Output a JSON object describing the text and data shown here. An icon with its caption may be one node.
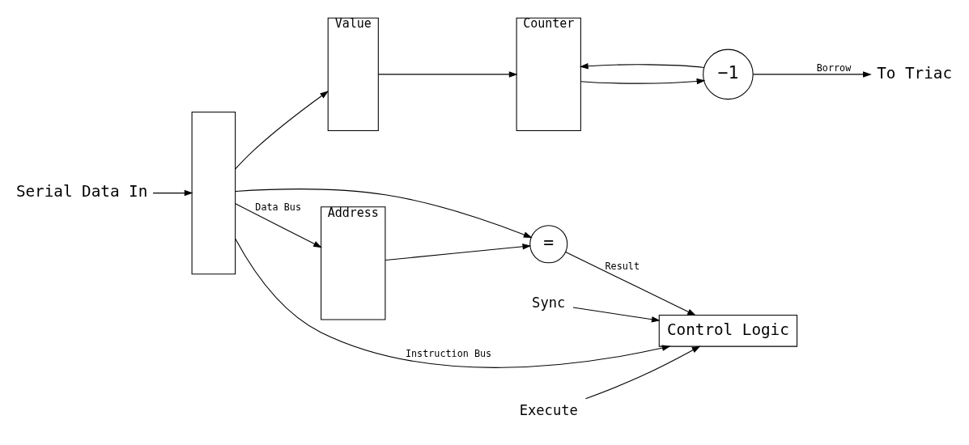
{
  "diagram": {
    "nodes": [
      {
        "text": [
          "Serial Data In"
        ]
      },
      {
        "text": [],
        "shape": "box"
      },
      {
        "text": [
          "Address"
        ]
      },
      {
        "text": [
          "="
        ]
      },
      {
        "text": [
          "Value"
        ]
      },
      {
        "text": [
          "Counter"
        ]
      },
      {
        "text": [
          "−1"
        ]
      },
      {
        "text": [
          "To Triac"
        ]
      },
      {
        "text": [
          "Control Logic"
        ]
      },
      {
        "text": [
          "Execute"
        ]
      },
      {
        "text": [
          "Sync"
        ]
      }
    ],
    "edges": [
      {
        "from": 0,
        "to": 1,
        "arrow": "to"
      },
      {
        "from": 1,
        "to": 2,
        "arrow": "to",
        "label": "Data Bus"
      },
      {
        "from": 1,
        "to": 3,
        "arrow": "to"
      },
      {
        "from": 1,
        "to": 4,
        "arrow": "to"
      },
      {
        "from": 2,
        "to": 3,
        "arrow": "to"
      },
      {
        "from": 4,
        "to": 5,
        "arrow": "to"
      },
      {
        "from": 5,
        "to": 6,
        "arrow": "to"
      },
      {
        "from": 6,
        "to": 5,
        "arrow": "to"
      },
      {
        "from": 6,
        "to": 7,
        "arrow": "to",
        "label": "Borrow"
      },
      {
        "from": 3,
        "to": 8,
        "arrow": "to",
        "label": "Result"
      },
      {
        "from": 1,
        "to": 8,
        "arrow": "to",
        "label": "Instruction Bus"
      },
      {
        "from": 9,
        "to": 8,
        "arrow": "to"
      },
      {
        "from": 10,
        "to": 8,
        "arrow": "to"
      }
    ]
  }
}
